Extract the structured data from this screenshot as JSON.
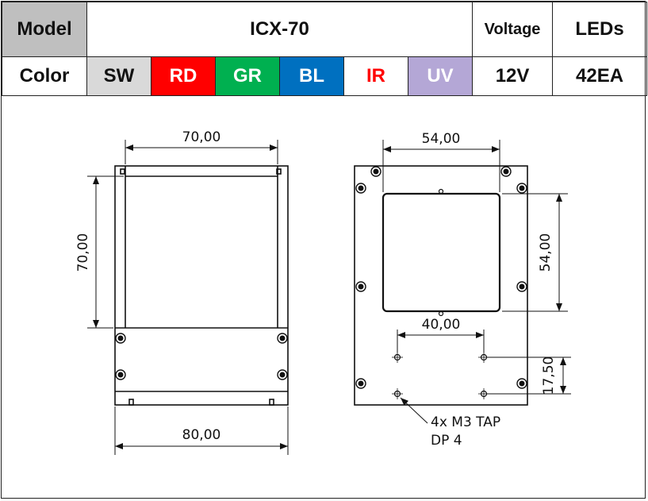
{
  "header": {
    "model_label": "Model",
    "model_value": "ICX-70",
    "voltage_label": "Voltage",
    "leds_label": "LEDs",
    "color_label": "Color",
    "voltage_value": "12V",
    "leds_value": "42EA"
  },
  "colors": [
    {
      "label": "SW",
      "bg": "#d9d9d9",
      "fg": "#111111"
    },
    {
      "label": "RD",
      "bg": "#ff0000",
      "fg": "#ffffff"
    },
    {
      "label": "GR",
      "bg": "#00b050",
      "fg": "#ffffff"
    },
    {
      "label": "BL",
      "bg": "#0070c0",
      "fg": "#ffffff"
    },
    {
      "label": "IR",
      "bg": "#ffffff",
      "fg": "#ff0000"
    },
    {
      "label": "UV",
      "bg": "#b4a7d6",
      "fg": "#ffffff"
    }
  ],
  "model_cell_bg": "#bfbfbf",
  "drawing": {
    "side_width": "70,00",
    "side_height": "70,00",
    "base_width": "80,00",
    "front_window_width": "54,00",
    "front_window_height": "54,00",
    "hole_spacing_x": "40,00",
    "hole_spacing_y": "17,50",
    "note_line1": "4x M3 TAP",
    "note_line2": "DP 4"
  }
}
